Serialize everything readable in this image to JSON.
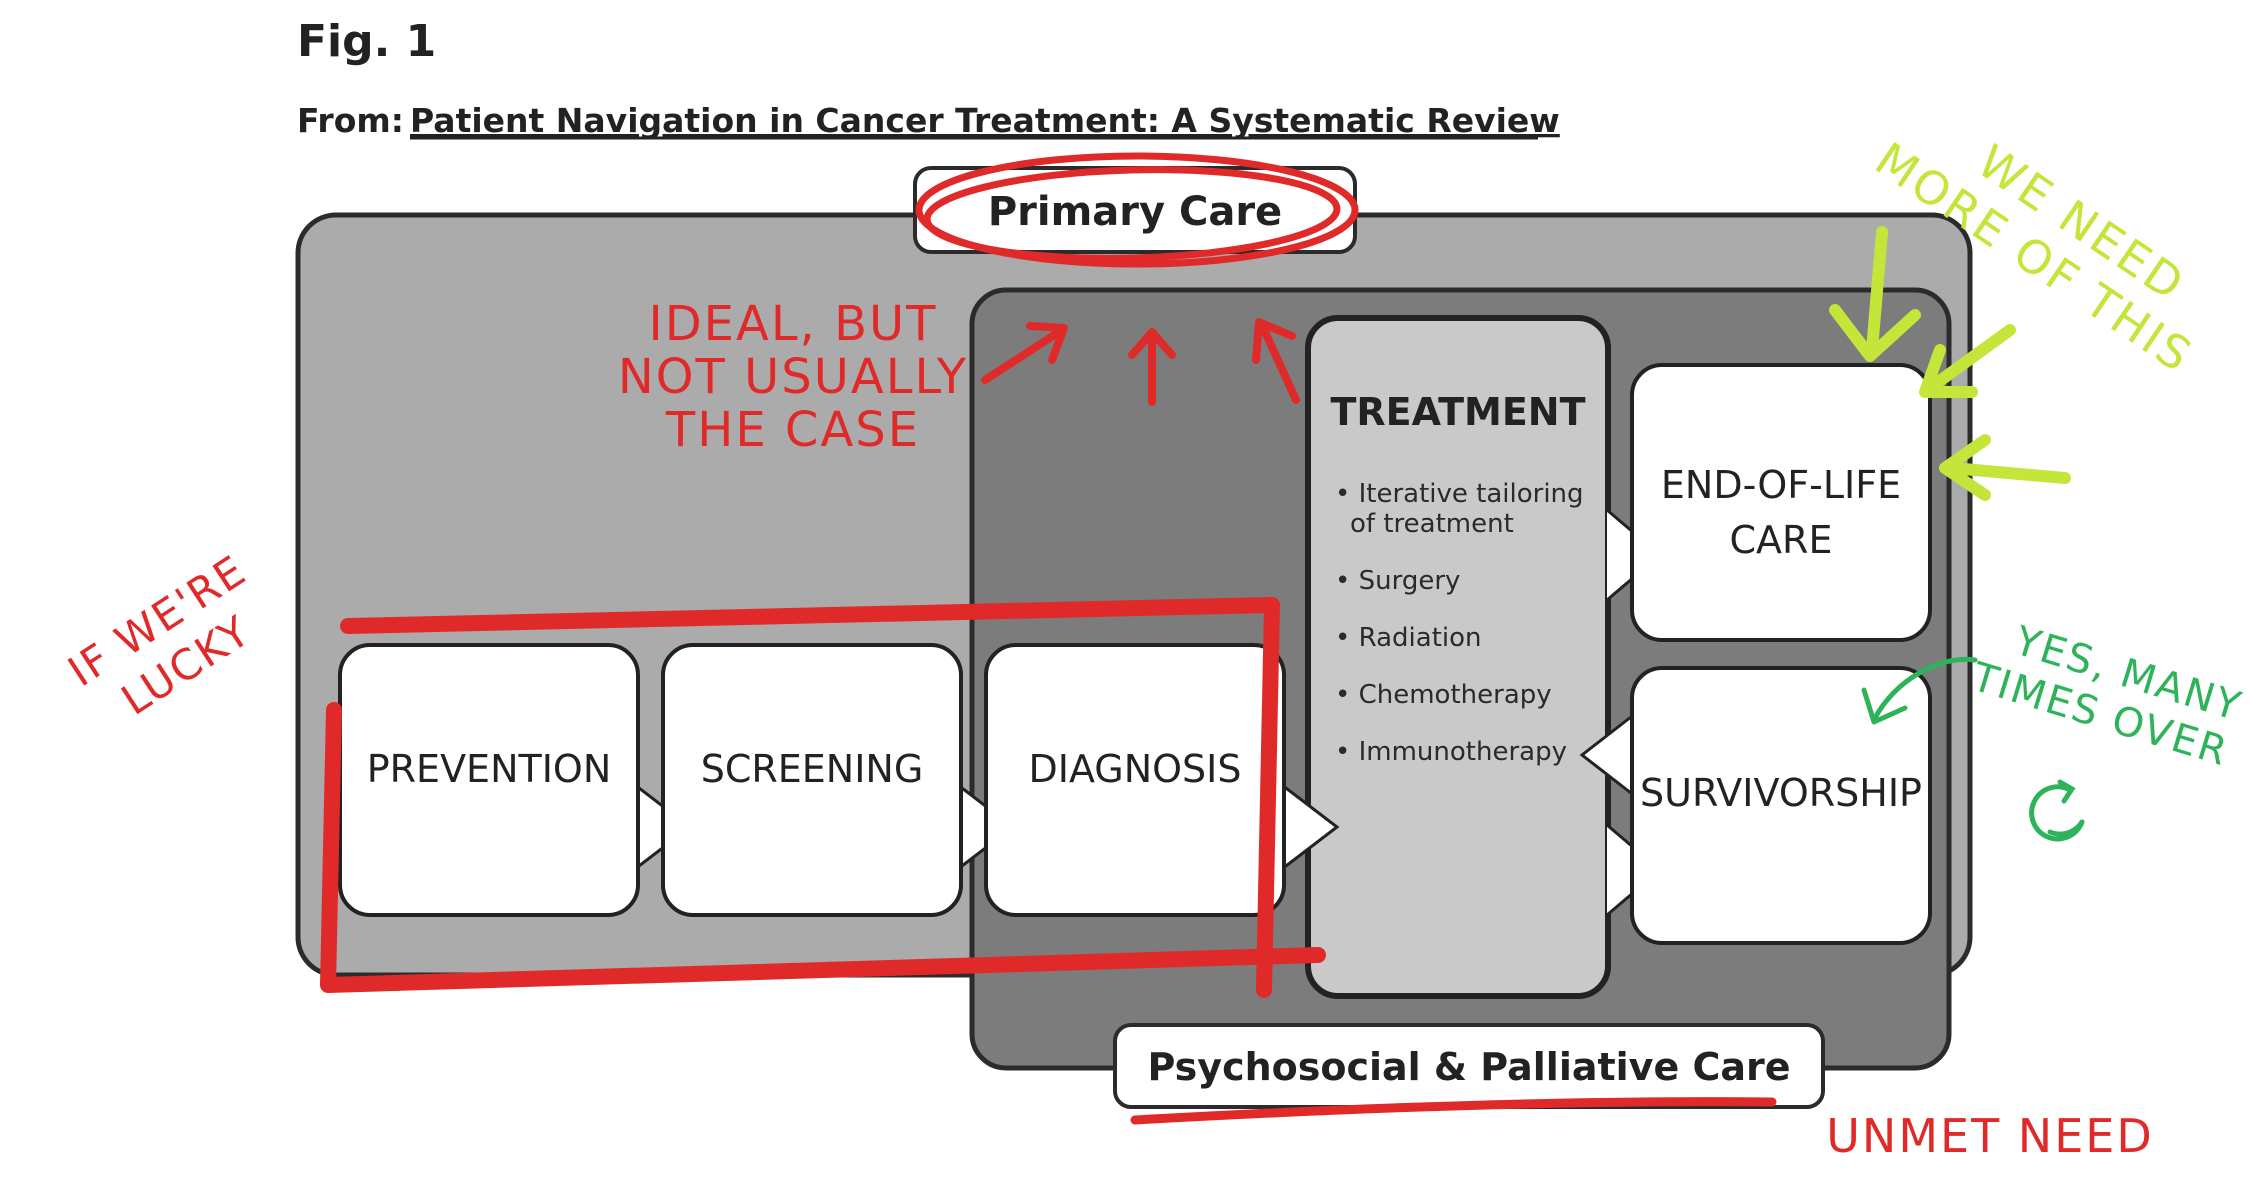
{
  "figure": {
    "label": "Fig. 1",
    "source_prefix": "From:",
    "source_title": "Patient Navigation in Cancer Treatment: A Systematic Review"
  },
  "diagram": {
    "primary_care": "Primary Care",
    "psychosocial": "Psychosocial & Palliative Care",
    "stages": {
      "prevention": "PREVENTION",
      "screening": "SCREENING",
      "diagnosis": "DIAGNOSIS",
      "end_of_life_line1": "END-OF-LIFE",
      "end_of_life_line2": "CARE",
      "survivorship": "SURVIVORSHIP"
    },
    "treatment": {
      "title": "TREATMENT",
      "items": [
        {
          "line1": "• Iterative tailoring",
          "line2": "of treatment"
        },
        {
          "line1": "• Surgery"
        },
        {
          "line1": "• Radiation"
        },
        {
          "line1": "• Chemotherapy"
        },
        {
          "line1": "• Immunotherapy"
        }
      ]
    }
  },
  "annotations": {
    "ideal": [
      "IDEAL, BUT",
      "NOT USUALLY",
      "THE CASE"
    ],
    "lucky": [
      "IF WE'RE",
      "LUCKY"
    ],
    "more": [
      "WE NEED",
      "MORE OF THIS"
    ],
    "many_times": [
      "YES, MANY",
      "TIMES OVER"
    ],
    "unmet": "UNMET NEED"
  },
  "colors": {
    "outer_gray": "#ababab",
    "inner_dark": "#7c7c7c",
    "treatment_gray": "#c9c9c9",
    "box_white": "#ffffff",
    "stroke": "#262626",
    "red": "#e02a2a",
    "lime": "#c4e63a",
    "green": "#2fb35a"
  }
}
